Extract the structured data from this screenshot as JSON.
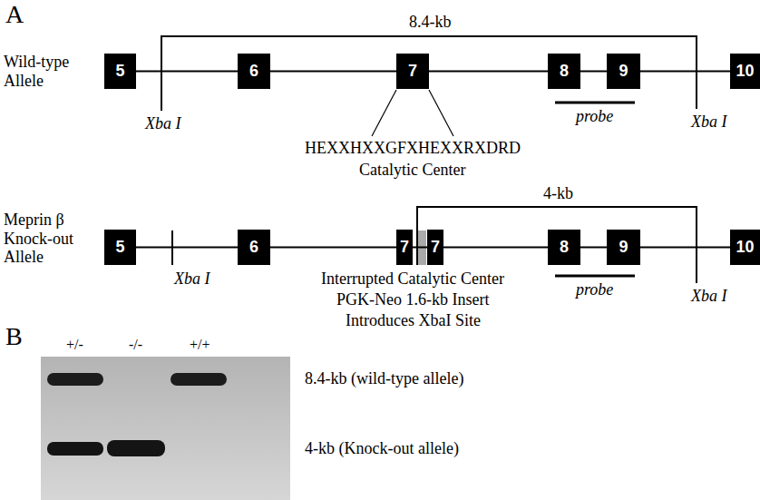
{
  "diagram": {
    "nodes": [
      {
        "text": [
          "5"
        ]
      },
      {
        "text": [
          "6"
        ]
      },
      {
        "text": [
          "7"
        ]
      },
      {
        "text": [
          "8"
        ]
      },
      {
        "text": [
          "9"
        ]
      },
      {
        "text": [
          "10"
        ]
      },
      {
        "text": [
          "5"
        ]
      },
      {
        "text": [
          "6"
        ]
      },
      {
        "text": [
          "7"
        ]
      },
      {
        "text": [
          "7"
        ]
      },
      {
        "text": [
          "8"
        ]
      },
      {
        "text": [
          "9"
        ]
      },
      {
        "text": [
          "10"
        ]
      }
    ],
    "edges": [
      {
        "from": 0,
        "to": 1,
        "arrow": "none"
      },
      {
        "from": 1,
        "to": 2,
        "arrow": "none"
      },
      {
        "from": 2,
        "to": 3,
        "arrow": "none"
      },
      {
        "from": 3,
        "to": 4,
        "arrow": "none"
      },
      {
        "from": 4,
        "to": 5,
        "arrow": "none"
      },
      {
        "from": 6,
        "to": 7,
        "arrow": "none"
      },
      {
        "from": 7,
        "to": 8,
        "arrow": "none"
      },
      {
        "from": 8,
        "to": 9,
        "arrow": "none"
      },
      {
        "from": 9,
        "to": 10,
        "arrow": "none"
      },
      {
        "from": 10,
        "to": 11,
        "arrow": "none"
      },
      {
        "from": 11,
        "to": 12,
        "arrow": "none"
      }
    ],
    "labels": [
      "A",
      "8.4-kb",
      "Wild-type Allele",
      "Xba I",
      "HEXXHXXGFXHEXXRXDRD",
      "Catalytic Center",
      "probe",
      "Xba I",
      "4-kb",
      "Meprin β Knock-out Allele",
      "Xba I",
      "Interrupted Catalytic Center",
      "PGK-Neo 1.6-kb Insert",
      "Introduces XbaI Site",
      "probe",
      "Xba I",
      "B",
      "+/-",
      "-/-",
      "+/+",
      "8.4-kb (wild-type allele)",
      "4-kb (Knock-out allele)"
    ]
  }
}
